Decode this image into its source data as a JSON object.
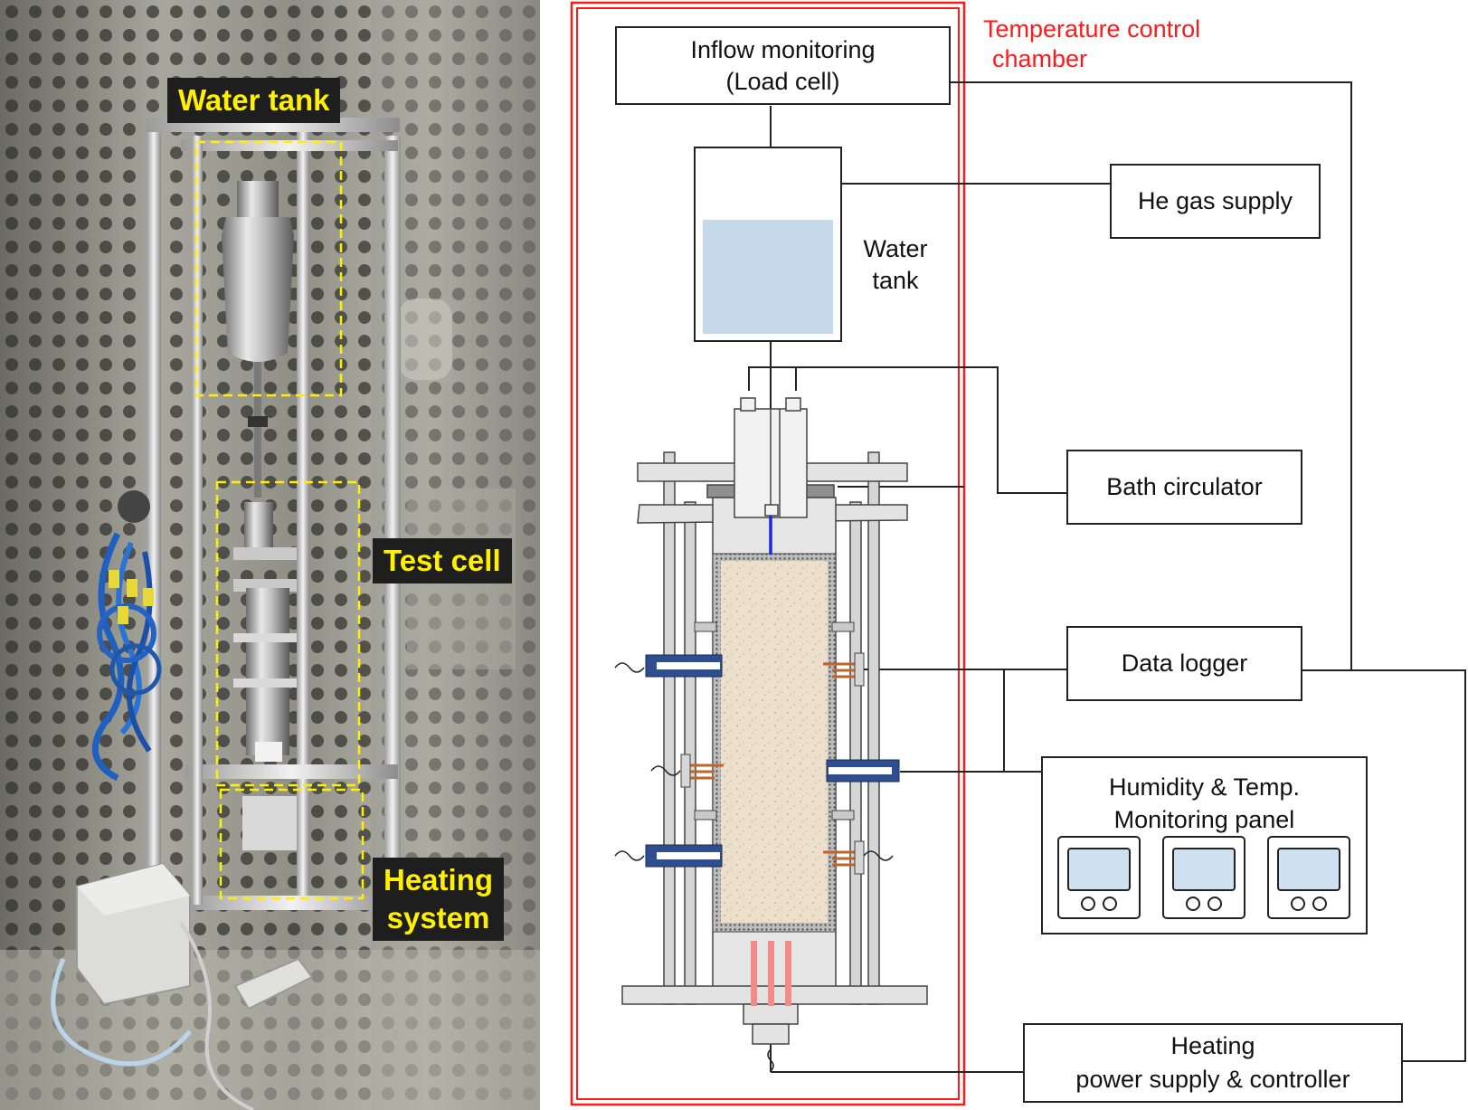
{
  "photo": {
    "labels": {
      "water_tank": "Water tank",
      "test_cell": "Test cell",
      "heating_line1": "Heating",
      "heating_line2": "system"
    }
  },
  "schematic": {
    "chamber_line1": "Temperature control",
    "chamber_line2": "chamber",
    "inflow_line1": "Inflow monitoring",
    "inflow_line2": "(Load cell)",
    "water_tank_line1": "Water",
    "water_tank_line2": "tank",
    "he_gas": "He gas supply",
    "bath_circulator": "Bath circulator",
    "data_logger": "Data logger",
    "humidity_line1": "Humidity & Temp.",
    "humidity_line2": "Monitoring panel",
    "heating_line1": "Heating",
    "heating_line2": "power supply & controller"
  },
  "colors": {
    "chamber_border": "#ff1a1a",
    "photo_label_text": "#ffef00",
    "photo_label_bg": "#1e1e1e",
    "water": "#c5d9ea",
    "soil": "#ece0cc",
    "sensor_blue": "#2f4e8f",
    "thermocouple": "#c0642a",
    "heater": "#f48a8a",
    "frame_gray": "#d6d6d6"
  }
}
